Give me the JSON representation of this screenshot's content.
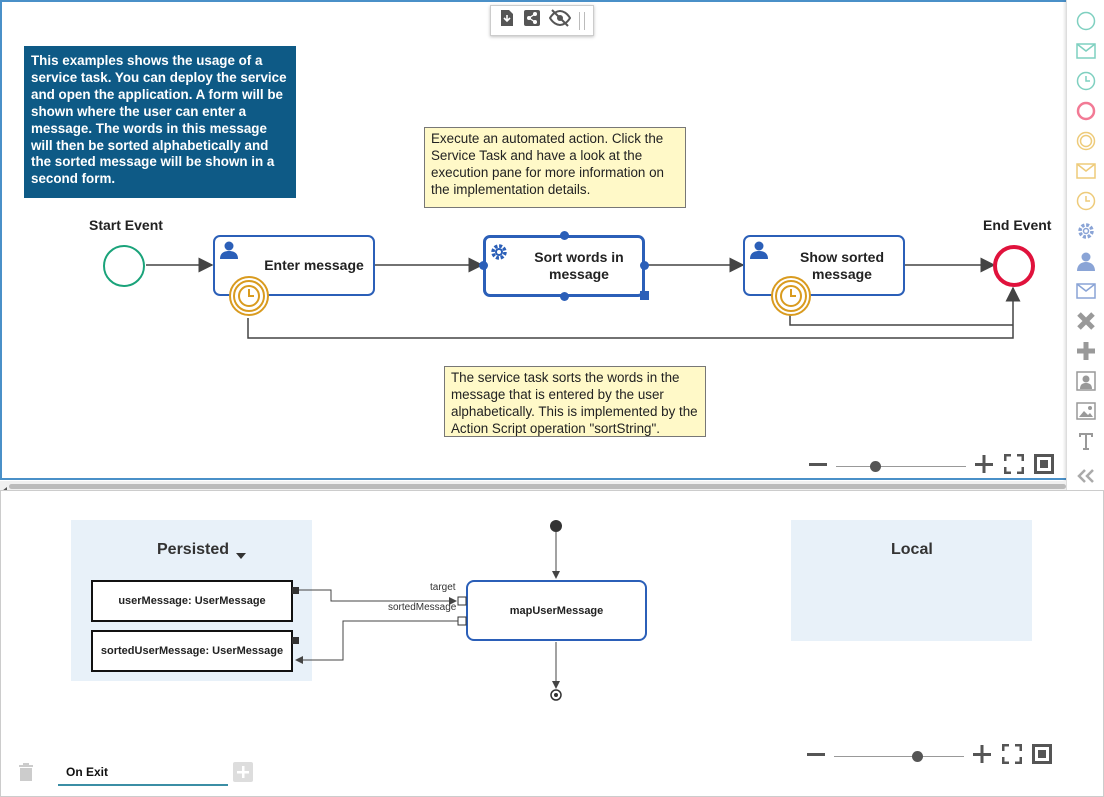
{
  "toolbar": {
    "icons": [
      "export-icon",
      "share-icon",
      "hide-icon"
    ]
  },
  "diagram": {
    "intro_text": "This examples shows the usage of a service task. You can deploy the service and open the application. A form will be shown where the user can enter a message. The words in this message will then be sorted alphabetically and the sorted message will be shown in a second form.",
    "note_top": "Execute an automated action. Click the Service Task and have a look at the execution pane for more information on the implementation details.",
    "note_bottom": "The service task sorts the words in the message that is entered by the user alphabetically. This is implemented by the Action Script operation \"sortString\".",
    "start_event_label": "Start Event",
    "end_event_label": "End Event",
    "task_enter": "Enter message",
    "task_sort": "Sort words in message",
    "task_show": "Show sorted message"
  },
  "palette": {
    "items": [
      "start-event-icon",
      "message-start-icon",
      "timer-start-icon",
      "end-event-icon",
      "intermediate-event-icon",
      "message-intermediate-icon",
      "timer-intermediate-icon",
      "service-task-icon",
      "user-task-icon",
      "message-task-icon",
      "exclusive-gateway-icon",
      "parallel-gateway-icon",
      "participant-icon",
      "image-icon",
      "text-icon",
      "collapse-icon"
    ]
  },
  "mapping": {
    "persisted_title": "Persisted",
    "local_title": "Local",
    "var_user_message": "userMessage: UserMessage",
    "var_sorted_message": "sortedUserMessage: UserMessage",
    "mapper_name": "mapUserMessage",
    "port_target": "target",
    "port_sorted": "sortedMessage"
  },
  "tabs": {
    "active": "On Exit"
  },
  "colors": {
    "accent": "#2b5fb8",
    "intro_bg": "#0e5a86",
    "note_bg": "#fff9c8",
    "start_event": "#1aa37a",
    "end_event": "#e0123c",
    "timer": "#d99b1f",
    "panel_bg": "#e8f1f9"
  }
}
